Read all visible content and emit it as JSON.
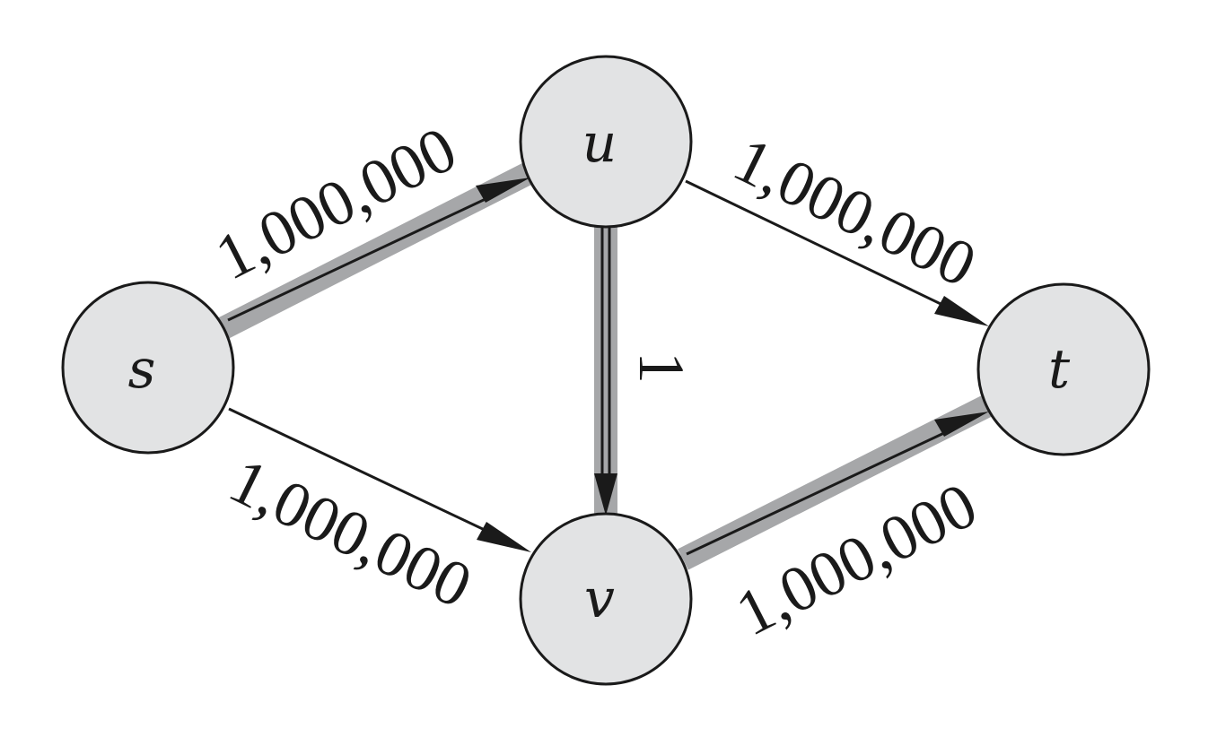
{
  "nodes": {
    "s": {
      "label": "s"
    },
    "u": {
      "label": "u"
    },
    "v": {
      "label": "v"
    },
    "t": {
      "label": "t"
    }
  },
  "edges": {
    "s_u": {
      "from": "s",
      "to": "u",
      "label": "1,000,000",
      "highlighted": true
    },
    "s_v": {
      "from": "s",
      "to": "v",
      "label": "1,000,000",
      "highlighted": false
    },
    "u_v": {
      "from": "u",
      "to": "v",
      "label": "1",
      "highlighted": true
    },
    "u_t": {
      "from": "u",
      "to": "t",
      "label": "1,000,000",
      "highlighted": false
    },
    "v_t": {
      "from": "v",
      "to": "t",
      "label": "1,000,000",
      "highlighted": true
    }
  },
  "colors": {
    "node_fill": "#e2e3e4",
    "highlight": "#a6a7a9",
    "ink": "#1a1a1a"
  }
}
